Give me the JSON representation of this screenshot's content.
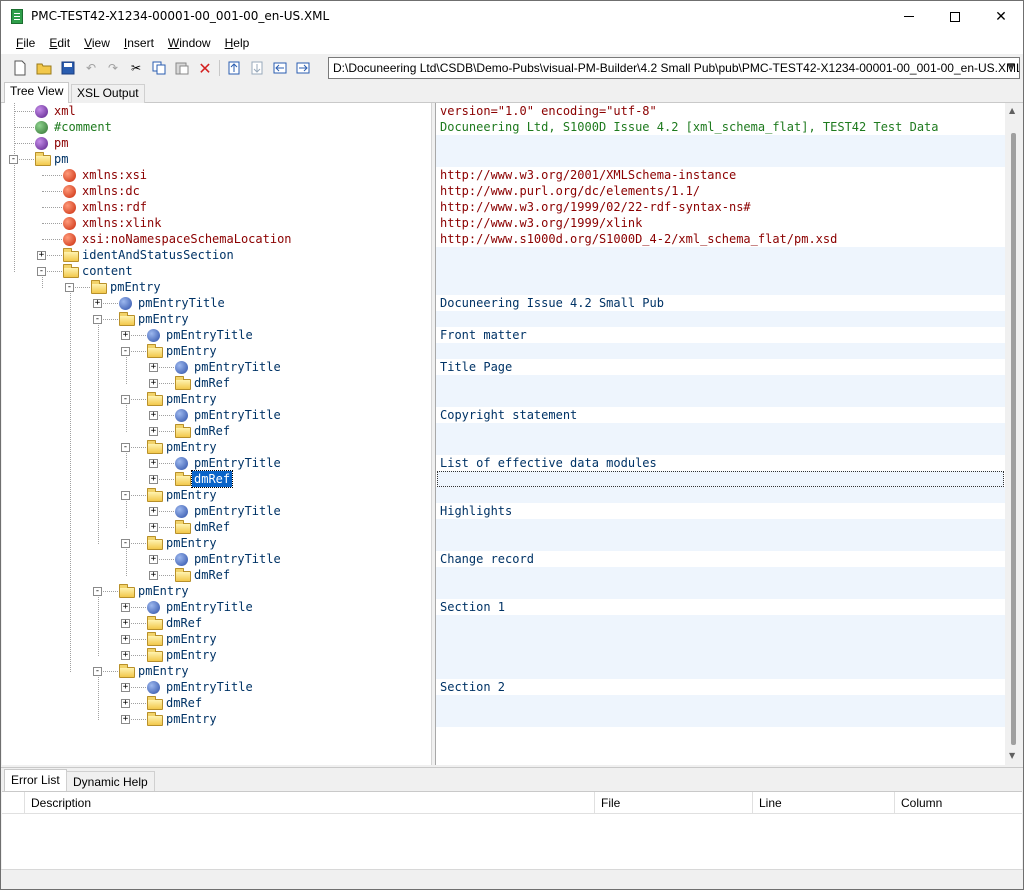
{
  "window": {
    "title": "PMC-TEST42-X1234-00001-00_001-00_en-US.XML"
  },
  "menu": {
    "items": [
      {
        "label": "File",
        "accel": "F",
        "rest": "ile"
      },
      {
        "label": "Edit",
        "accel": "E",
        "rest": "dit"
      },
      {
        "label": "View",
        "accel": "V",
        "rest": "iew"
      },
      {
        "label": "Insert",
        "accel": "I",
        "rest": "nsert"
      },
      {
        "label": "Window",
        "accel": "W",
        "rest": "indow"
      },
      {
        "label": "Help",
        "accel": "H",
        "rest": "elp"
      }
    ]
  },
  "toolbar": {
    "path": "D:\\Docuneering Ltd\\CSDB\\Demo-Pubs\\visual-PM-Builder\\4.2 Small Pub\\pub\\PMC-TEST42-X1234-00001-00_001-00_en-US.XML"
  },
  "tabs": {
    "tree_view": "Tree View",
    "xsl_output": "XSL Output"
  },
  "tree": [
    {
      "label": "xml",
      "kind": "pi",
      "icon": "purple-dot-icon"
    },
    {
      "label": "#comment",
      "kind": "comment",
      "icon": "green-dot-icon"
    },
    {
      "label": "pm",
      "kind": "pi",
      "icon": "purple-dot-icon"
    },
    {
      "label": "pm",
      "kind": "elem",
      "icon": "folder-icon"
    },
    {
      "label": "xmlns:xsi",
      "kind": "attr",
      "icon": "red-dot-icon"
    },
    {
      "label": "xmlns:dc",
      "kind": "attr",
      "icon": "red-dot-icon"
    },
    {
      "label": "xmlns:rdf",
      "kind": "attr",
      "icon": "red-dot-icon"
    },
    {
      "label": "xmlns:xlink",
      "kind": "attr",
      "icon": "red-dot-icon"
    },
    {
      "label": "xsi:noNamespaceSchemaLocation",
      "kind": "attr",
      "icon": "red-dot-icon"
    },
    {
      "label": "identAndStatusSection",
      "kind": "elem",
      "icon": "folder-icon"
    },
    {
      "label": "content",
      "kind": "elem",
      "icon": "folder-icon"
    },
    {
      "label": "pmEntry",
      "kind": "elem",
      "icon": "folder-icon"
    },
    {
      "label": "pmEntryTitle",
      "kind": "elem",
      "icon": "blue-dot-icon"
    },
    {
      "label": "pmEntry",
      "kind": "elem",
      "icon": "folder-icon"
    },
    {
      "label": "pmEntryTitle",
      "kind": "elem",
      "icon": "blue-dot-icon"
    },
    {
      "label": "pmEntry",
      "kind": "elem",
      "icon": "folder-icon"
    },
    {
      "label": "pmEntryTitle",
      "kind": "elem",
      "icon": "blue-dot-icon"
    },
    {
      "label": "dmRef",
      "kind": "elem",
      "icon": "folder-icon"
    },
    {
      "label": "pmEntry",
      "kind": "elem",
      "icon": "folder-icon"
    },
    {
      "label": "pmEntryTitle",
      "kind": "elem",
      "icon": "blue-dot-icon"
    },
    {
      "label": "dmRef",
      "kind": "elem",
      "icon": "folder-icon"
    },
    {
      "label": "pmEntry",
      "kind": "elem",
      "icon": "folder-icon"
    },
    {
      "label": "pmEntryTitle",
      "kind": "elem",
      "icon": "blue-dot-icon"
    },
    {
      "label": "dmRef",
      "kind": "elem",
      "icon": "folder-icon",
      "selected": true
    },
    {
      "label": "pmEntry",
      "kind": "elem",
      "icon": "folder-icon"
    },
    {
      "label": "pmEntryTitle",
      "kind": "elem",
      "icon": "blue-dot-icon"
    },
    {
      "label": "dmRef",
      "kind": "elem",
      "icon": "folder-icon"
    },
    {
      "label": "pmEntry",
      "kind": "elem",
      "icon": "folder-icon"
    },
    {
      "label": "pmEntryTitle",
      "kind": "elem",
      "icon": "blue-dot-icon"
    },
    {
      "label": "dmRef",
      "kind": "elem",
      "icon": "folder-icon"
    },
    {
      "label": "pmEntry",
      "kind": "elem",
      "icon": "folder-icon"
    },
    {
      "label": "pmEntryTitle",
      "kind": "elem",
      "icon": "blue-dot-icon"
    },
    {
      "label": "dmRef",
      "kind": "elem",
      "icon": "folder-icon"
    },
    {
      "label": "pmEntry",
      "kind": "elem",
      "icon": "folder-icon"
    },
    {
      "label": "pmEntry",
      "kind": "elem",
      "icon": "folder-icon"
    },
    {
      "label": "pmEntry",
      "kind": "elem",
      "icon": "folder-icon"
    },
    {
      "label": "pmEntryTitle",
      "kind": "elem",
      "icon": "blue-dot-icon"
    },
    {
      "label": "dmRef",
      "kind": "elem",
      "icon": "folder-icon"
    },
    {
      "label": "pmEntry",
      "kind": "elem",
      "icon": "folder-icon"
    }
  ],
  "values": [
    {
      "text": "version=\"1.0\" encoding=\"utf-8\"",
      "kind": "pi"
    },
    {
      "text": "Docuneering Ltd, S1000D Issue 4.2 [xml_schema_flat], TEST42 Test Data",
      "kind": "comment"
    },
    {
      "text": "",
      "kind": "pi"
    },
    {
      "text": "",
      "kind": "text"
    },
    {
      "text": "http://www.w3.org/2001/XMLSchema-instance",
      "kind": "attr"
    },
    {
      "text": "http://www.purl.org/dc/elements/1.1/",
      "kind": "attr"
    },
    {
      "text": "http://www.w3.org/1999/02/22-rdf-syntax-ns#",
      "kind": "attr"
    },
    {
      "text": "http://www.w3.org/1999/xlink",
      "kind": "attr"
    },
    {
      "text": "http://www.s1000d.org/S1000D_4-2/xml_schema_flat/pm.xsd",
      "kind": "attr"
    },
    {
      "text": "",
      "kind": "text"
    },
    {
      "text": "",
      "kind": "text"
    },
    {
      "text": "",
      "kind": "text"
    },
    {
      "text": "Docuneering Issue 4.2 Small Pub",
      "kind": "text"
    },
    {
      "text": "",
      "kind": "text"
    },
    {
      "text": "Front matter",
      "kind": "text"
    },
    {
      "text": "",
      "kind": "text"
    },
    {
      "text": "Title Page",
      "kind": "text"
    },
    {
      "text": "",
      "kind": "text"
    },
    {
      "text": "",
      "kind": "text"
    },
    {
      "text": "Copyright statement",
      "kind": "text"
    },
    {
      "text": "",
      "kind": "text"
    },
    {
      "text": "",
      "kind": "text"
    },
    {
      "text": "List of effective data modules",
      "kind": "text"
    },
    {
      "text": "",
      "kind": "text",
      "focus": true
    },
    {
      "text": "",
      "kind": "text"
    },
    {
      "text": "Highlights",
      "kind": "text"
    },
    {
      "text": "",
      "kind": "text"
    },
    {
      "text": "",
      "kind": "text"
    },
    {
      "text": "Change record",
      "kind": "text"
    },
    {
      "text": "",
      "kind": "text"
    },
    {
      "text": "",
      "kind": "text"
    },
    {
      "text": "Section 1",
      "kind": "text"
    },
    {
      "text": "",
      "kind": "text"
    },
    {
      "text": "",
      "kind": "text"
    },
    {
      "text": "",
      "kind": "text"
    },
    {
      "text": "",
      "kind": "text"
    },
    {
      "text": "Section 2",
      "kind": "text"
    },
    {
      "text": "",
      "kind": "text"
    },
    {
      "text": "",
      "kind": "text"
    }
  ],
  "bottom_tabs": {
    "error_list": "Error List",
    "dynamic_help": "Dynamic Help"
  },
  "error_columns": {
    "description": "Description",
    "file": "File",
    "line": "Line",
    "column": "Column"
  },
  "colors": {
    "selection": "#0a64c8",
    "element_text": "#003366",
    "attribute_text": "#8b0000",
    "comment_text": "#1e7a1e",
    "alt_row": "#eef5fd"
  }
}
